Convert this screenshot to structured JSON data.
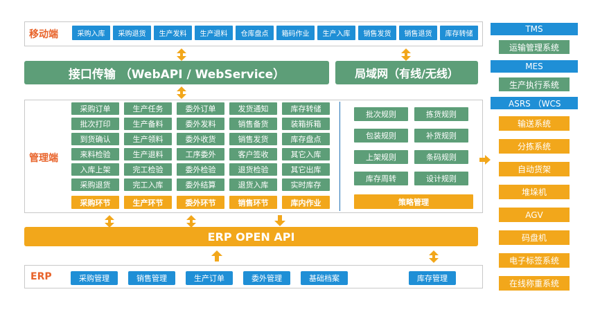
{
  "mobile": {
    "label": "移动端",
    "items": [
      "采购入库",
      "采购退货",
      "生产发料",
      "生产退料",
      "仓库盘点",
      "箱码作业",
      "生产入库",
      "销售发货",
      "销售退货",
      "库存转储"
    ]
  },
  "interface": {
    "label": "接口传输  （WebAPI / WebService）"
  },
  "lan": {
    "label": "局域网（有线/无线）"
  },
  "management": {
    "label": "管理端",
    "columns": [
      {
        "items": [
          "采购订单",
          "批次打印",
          "到货确认",
          "来料检验",
          "入库上架",
          "采购退货"
        ],
        "footer": "采购环节"
      },
      {
        "items": [
          "生产任务",
          "生产备料",
          "生产领料",
          "生产退料",
          "完工检验",
          "完工入库"
        ],
        "footer": "生产环节"
      },
      {
        "items": [
          "委外订单",
          "委外发料",
          "委外收货",
          "工序委外",
          "委外检验",
          "委外结算"
        ],
        "footer": "委外环节"
      },
      {
        "items": [
          "发货通知",
          "销售备货",
          "销售发货",
          "客户签收",
          "退货检验",
          "退货入库"
        ],
        "footer": "销售环节"
      },
      {
        "items": [
          "库存转储",
          "装箱拆箱",
          "库存盘点",
          "其它入库",
          "其它出库",
          "实时库存"
        ],
        "footer": "库内作业"
      }
    ],
    "strategy": {
      "rows": [
        [
          "批次规则",
          "拣货规则"
        ],
        [
          "包装规则",
          "补货规则"
        ],
        [
          "上架规则",
          "条码规则"
        ],
        [
          "库存周转",
          "设计规则"
        ]
      ],
      "footer": "策略管理"
    }
  },
  "erp_api": {
    "label": "ERP  OPEN API"
  },
  "erp": {
    "label": "ERP",
    "items": [
      "采购管理",
      "销售管理",
      "生产订单",
      "委外管理",
      "基础档案"
    ],
    "inventory": "库存管理"
  },
  "right_panel": {
    "tms": "TMS",
    "tms_desc": "运输管理系统",
    "mes": "MES",
    "mes_desc": "生产执行系统",
    "asrs": "ASRS （WCS",
    "systems": [
      "输送系统",
      "分拣系统",
      "自动货架",
      "堆垛机",
      "AGV",
      "码盘机",
      "电子标签系统",
      "在线称重系统"
    ]
  },
  "colors": {
    "blue": "#1f8fd6",
    "green": "#5d9e78",
    "orange": "#f2a71b",
    "label_red": "#e8632a"
  }
}
